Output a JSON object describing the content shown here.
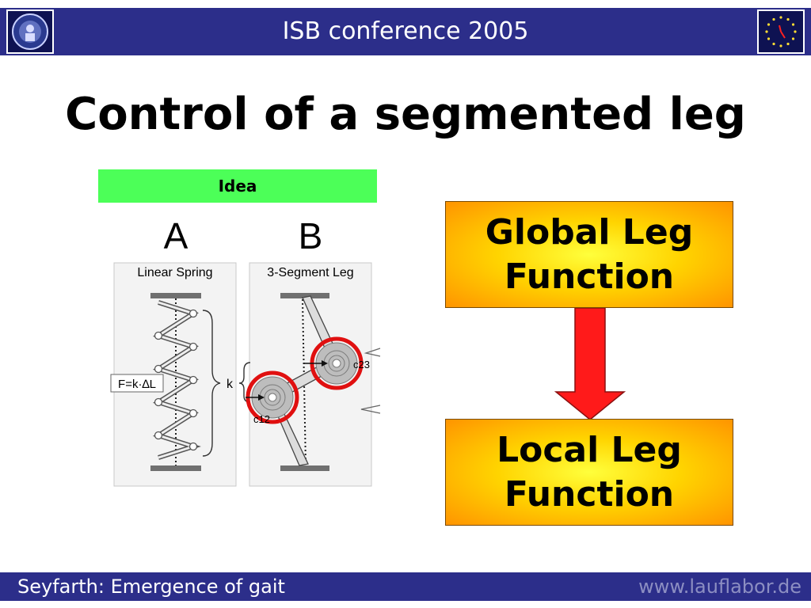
{
  "header": {
    "title": "ISB conference 2005"
  },
  "slide": {
    "title": "Control of a segmented leg"
  },
  "idea": {
    "label": "Idea"
  },
  "diagram": {
    "panel_a": {
      "letter": "A",
      "caption": "Linear Spring",
      "formula": "F=k·∆L",
      "k_label": "k"
    },
    "panel_b": {
      "letter": "B",
      "caption": "3-Segment Leg",
      "c23": "c23",
      "c12": "c12"
    }
  },
  "boxes": {
    "global": "Global Leg Function",
    "local": "Local Leg Function"
  },
  "footer": {
    "left": "Seyfarth: Emergence of gait",
    "right": "www.lauflabor.de"
  },
  "colors": {
    "header": "#2c2e8a",
    "idea_bar": "#4cff58",
    "arrow": "#ff1a1a",
    "ring": "#e01010"
  }
}
